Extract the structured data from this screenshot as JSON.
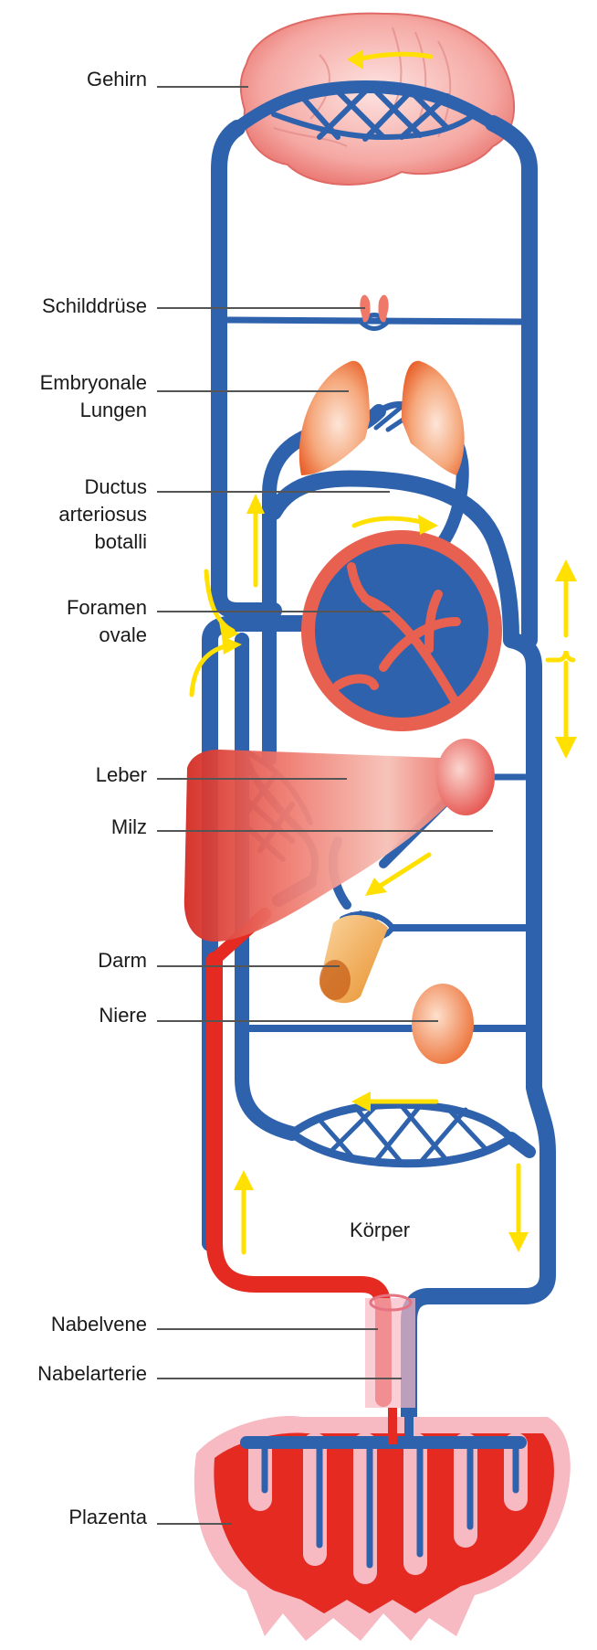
{
  "diagram": {
    "title": "Fetaler Blutkreislauf",
    "colors": {
      "vein_blue": "#2f62ad",
      "artery_red": "#e52a22",
      "heart_wall": "#e8604f",
      "organ_pink": "#f4a0a0",
      "organ_orange": "#ee7a3c",
      "flow_arrow": "#ffe000",
      "placenta_pink": "#f7b9c2",
      "leader_line": "#555555",
      "text": "#1a1a1a"
    },
    "labels": [
      {
        "id": "gehirn",
        "text": "Gehirn"
      },
      {
        "id": "schilddruese",
        "text": "Schilddrüse"
      },
      {
        "id": "lungen",
        "text": "Embryonale\nLungen"
      },
      {
        "id": "ductus",
        "text": "Ductus\narteriosus\nbotalli"
      },
      {
        "id": "foramen",
        "text": "Foramen\novale"
      },
      {
        "id": "leber",
        "text": "Leber"
      },
      {
        "id": "milz",
        "text": "Milz"
      },
      {
        "id": "darm",
        "text": "Darm"
      },
      {
        "id": "niere",
        "text": "Niere"
      },
      {
        "id": "nabelvene",
        "text": "Nabelvene"
      },
      {
        "id": "nabelarterie",
        "text": "Nabelarterie"
      },
      {
        "id": "plazenta",
        "text": "Plazenta"
      }
    ],
    "body_label": "Körper",
    "flow_arrows": [
      "brain-left",
      "ascending-left",
      "aortic-arch-right",
      "inflow-curve-1",
      "inflow-curve-2",
      "right-up",
      "right-down",
      "intestine-diag",
      "body-left",
      "body-up",
      "body-down"
    ]
  }
}
